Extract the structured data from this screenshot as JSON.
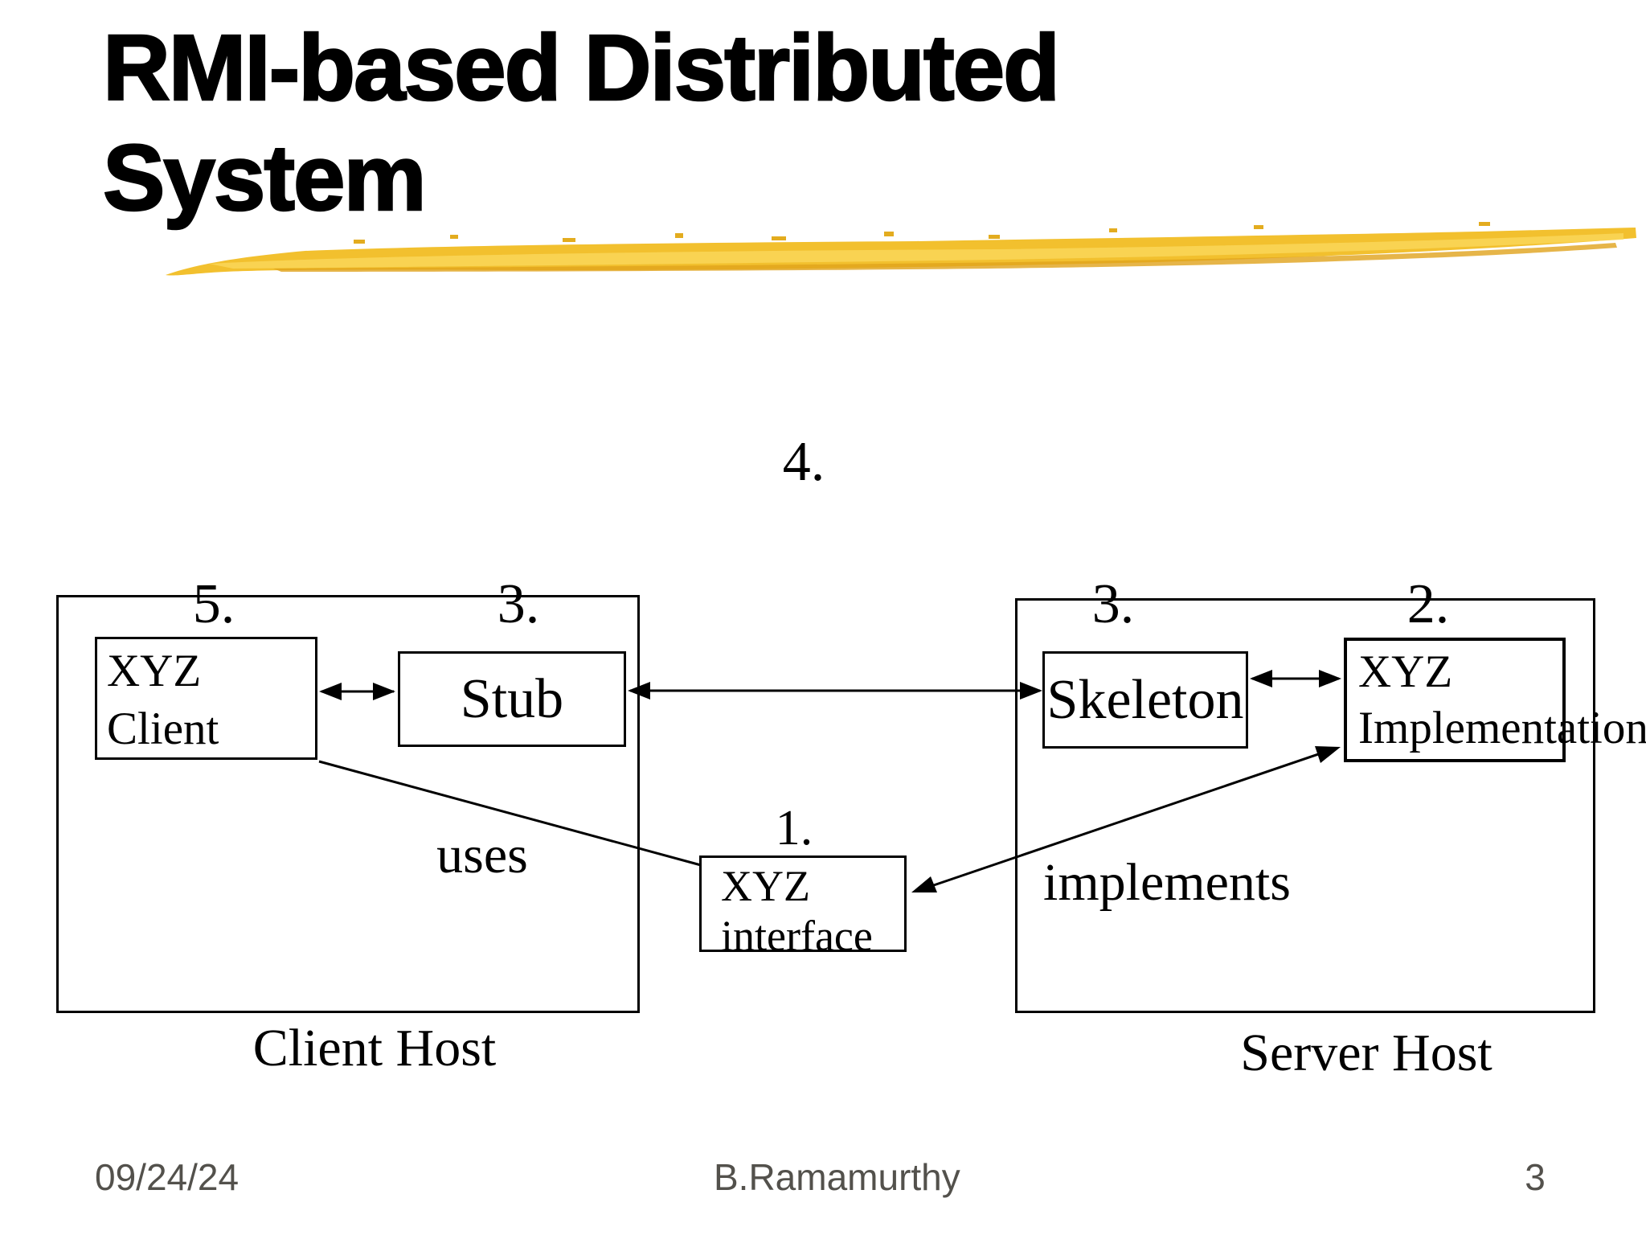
{
  "slide": {
    "title_lines": [
      "RMI-based Distributed",
      "System"
    ]
  },
  "diagram": {
    "steps": {
      "s1": "1.",
      "s2": "2.",
      "s3_stub": "3.",
      "s3_skeleton": "3.",
      "s4": "4.",
      "s5": "5."
    },
    "client_host_label": "Client Host",
    "server_host_label": "Server Host",
    "xyz_client_lines": [
      "XYZ",
      "Client"
    ],
    "stub_label": "Stub",
    "skeleton_label": "Skeleton",
    "xyz_implementation_lines": [
      "XYZ",
      "Implementation"
    ],
    "xyz_interface_lines": [
      "XYZ",
      "interface"
    ],
    "uses_label": "uses",
    "implements_label": "implements"
  },
  "footer": {
    "date": "09/24/24",
    "author": "B.Ramamurthy",
    "page_number": "3"
  },
  "colors": {
    "background": "#FFFFFF",
    "line": "#000000",
    "highlight_gold": "#F2C02E",
    "highlight_light": "#FBD95F",
    "highlight_dark": "#E0A31C",
    "footer_text": "#53514C"
  }
}
